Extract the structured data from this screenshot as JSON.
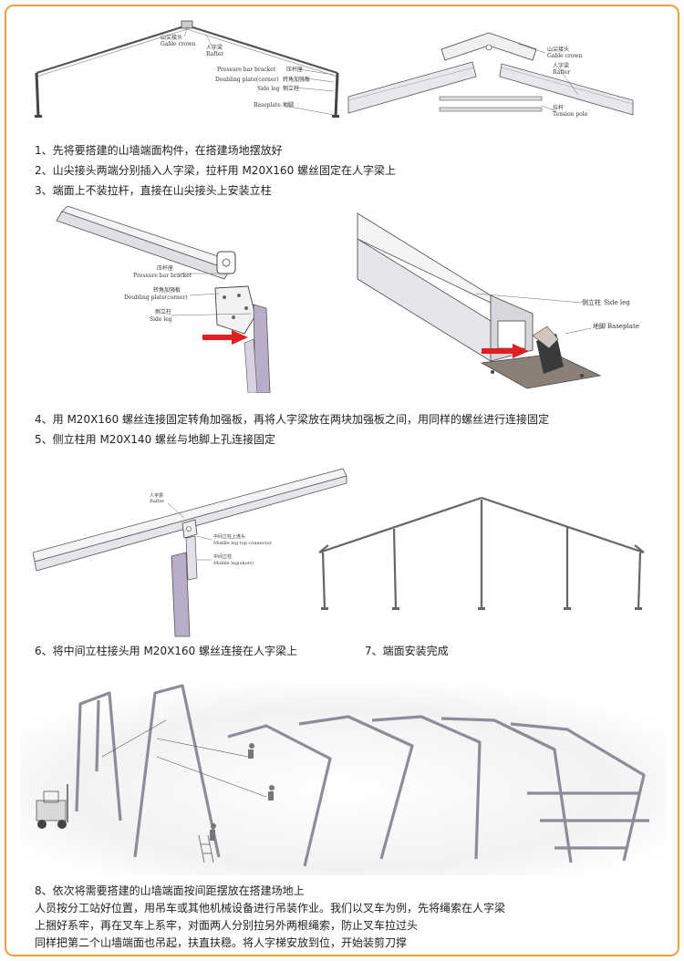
{
  "colors": {
    "border": "#f0a040",
    "arrow": "#e02020",
    "steel": "#9a9aa6",
    "leg": "#b8aec8"
  },
  "figure1": {
    "gable_crown_cn": "山尖接头",
    "gable_crown_en": "Gable crown",
    "rafter_cn": "人字梁",
    "rafter_en": "Rafter",
    "pressure_bar_en": "Pressure bar bracket",
    "pressure_bar_cn": "压杆座",
    "doubling_plate_en": "Doubling plate(corner)",
    "doubling_plate_cn": "转角加强板",
    "side_leg_en": "Side leg",
    "side_leg_cn": "侧立柱",
    "baseplate_en": "Baseplate",
    "baseplate_cn": "地脚"
  },
  "figure2": {
    "gable_crown_cn": "山尖接头",
    "gable_crown_en": "Gable crown",
    "rafter_cn": "人字梁",
    "rafter_en": "Rafter",
    "tension_pole_cn": "拉杆",
    "tension_pole_en": "Tension pole"
  },
  "steps_1_3": [
    "1、先将要搭建的山墙端面构件，在搭建场地摆放好",
    "2、山尖接头两端分别插入人字梁，拉杆用 M20X160 螺丝固定在人字梁上",
    "3、端面上不装拉杆，直接在山尖接头上安装立柱"
  ],
  "figure3": {
    "pressure_bar_cn": "压杆座",
    "pressure_bar_en": "Pressure bar bracket",
    "doubling_plate_cn": "转角加强板",
    "doubling_plate_en": "Doubling plate(corner)",
    "side_leg_cn": "侧立柱",
    "side_leg_en": "Side leg"
  },
  "figure4": {
    "side_leg_cn": "侧立柱",
    "side_leg_en": "Side leg",
    "baseplate_cn": "地脚",
    "baseplate_en": "Baseplate"
  },
  "steps_4_5": [
    "4、用 M20X160 螺丝连接固定转角加强板，再将人字梁放在两块加强板之间，用同样的螺丝进行连接固定",
    "5、侧立柱用 M20X140 螺丝与地脚上孔连接固定"
  ],
  "figure5": {
    "rafter_cn": "人字梁",
    "rafter_en": "Rafter",
    "connector_cn": "中间立柱上连头",
    "connector_en": "Middle leg top connector",
    "middle_leg_cn": "中间立柱",
    "middle_leg_en": "Middle leg(short)"
  },
  "step6": "6、将中间立柱接头用 M20X160 螺丝连接在人字梁上",
  "step7": "7、端面安装完成",
  "step8": [
    "8、依次将需要搭建的山墙端面按间距摆放在搭建场地上",
    "人员按分工站好位置，用吊车或其他机械设备进行吊装作业。我们以叉车为例，先将绳索在人字梁",
    "上捆好系牢，再在叉车上系牢，对面两人分别拉另外两根绳索，防止叉车拉过头",
    "同样把第二个山墙端面也吊起，扶直扶稳。将人字梯安放到位，开始装剪刀撑"
  ]
}
